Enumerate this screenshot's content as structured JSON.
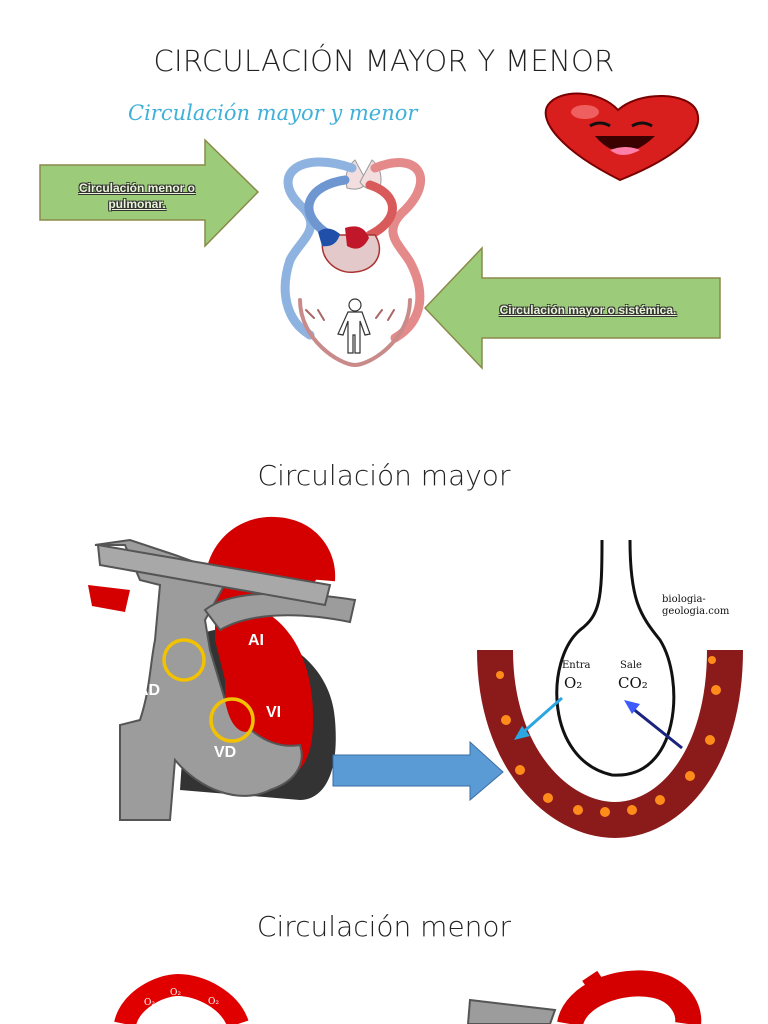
{
  "titles": {
    "main": "CIRCULACIÓN MAYOR Y MENOR",
    "mayor": "Circulación mayor",
    "menor": "Circulación menor"
  },
  "top_figure": {
    "banner": "Circulación mayor y menor",
    "arrow_left_label": "Circulación menor o pulmonar.",
    "arrow_right_label": "Circulación mayor o sistémica."
  },
  "heart_diagram": {
    "labels": {
      "ad": "AD",
      "ai": "AI",
      "vd": "VD",
      "vi": "VI"
    }
  },
  "alveolus_diagram": {
    "watermark": "biologia-geologia.com",
    "in_label": "Entra",
    "in_gas": "O₂",
    "out_label": "Sale",
    "out_gas": "CO₂"
  },
  "lower_figure": {
    "ring_labels": [
      "O₂",
      "O₂",
      "O₂"
    ]
  },
  "colors": {
    "arrow_green": "#9ccc7a",
    "heart_red": "#d40000",
    "vessel_gray": "#9c9c9c",
    "capillary_maroon": "#8b1a1a",
    "flow_arrow_blue": "#5b9bd5",
    "valve_ring": "#f2c200"
  }
}
